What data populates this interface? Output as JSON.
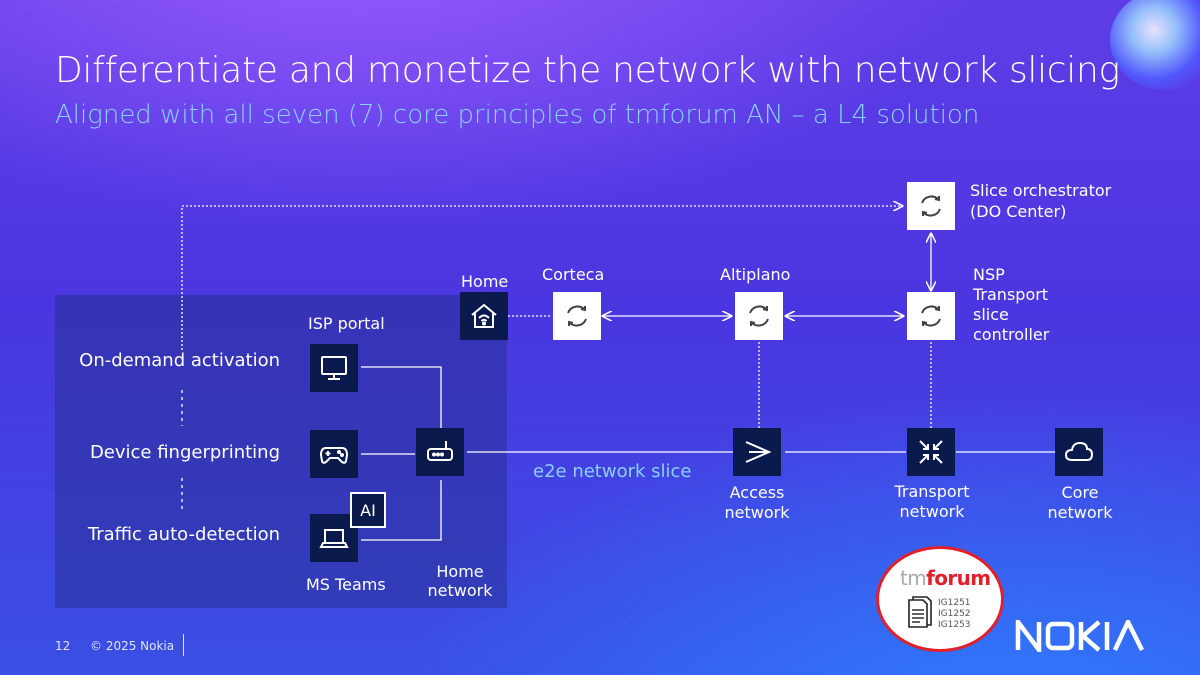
{
  "slide": {
    "title": "Differentiate and monetize the network with network slicing",
    "subtitle": "Aligned with all seven (7) core principles of tmforum AN – a L4 solution",
    "page_number": "12",
    "copyright": "© 2025 Nokia",
    "brand": "NOKIA"
  },
  "left_panel": {
    "rows": [
      "On-demand activation",
      "Device fingerprinting",
      "Traffic auto-detection"
    ],
    "isp_portal": "ISP portal",
    "ms_teams": "MS Teams",
    "ai_badge": "AI",
    "home_network": [
      "Home",
      "network"
    ]
  },
  "nodes": {
    "home": "Home",
    "corteca": "Corteca",
    "altiplano": "Altiplano",
    "slice_orchestrator": [
      "Slice orchestrator",
      "(DO Center)"
    ],
    "nsp": [
      "NSP",
      "Transport",
      "slice",
      "controller"
    ],
    "access_network": [
      "Access",
      "network"
    ],
    "transport_network": [
      "Transport",
      "network"
    ],
    "core_network": [
      "Core",
      "network"
    ]
  },
  "e2e_label": "e2e network slice",
  "tmforum": {
    "logo_tm": "tm",
    "logo_forum": "forum",
    "docs": [
      "IG1251",
      "IG1252",
      "IG1253"
    ]
  },
  "icons": [
    "monitor-icon",
    "gamepad-icon",
    "laptop-icon",
    "chip-icon",
    "router-icon",
    "home-wifi-icon",
    "sync-icon",
    "access-arrow-icon",
    "transport-arrows-icon",
    "cloud-icon",
    "document-icon"
  ],
  "colors": {
    "accent": "#8ad0ff",
    "icon_bg": "#0b1a4d",
    "tm_red": "#e0202a"
  }
}
